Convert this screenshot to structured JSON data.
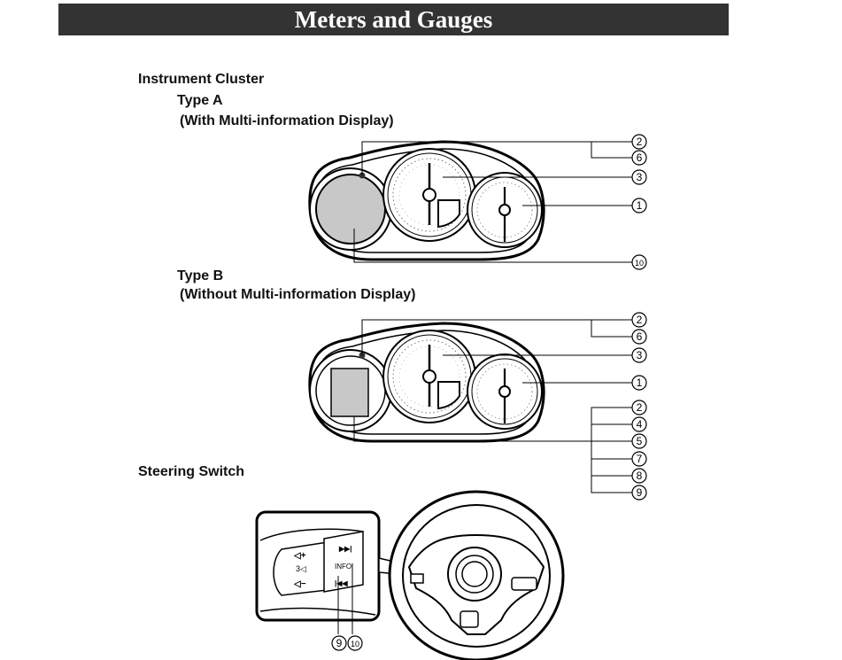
{
  "page": {
    "title": "Meters and Gauges"
  },
  "labels": {
    "instrument_cluster": "Instrument Cluster",
    "type_a": "Type A",
    "type_a_desc": "(With Multi-information Display)",
    "type_b": "Type B",
    "type_b_desc": "(Without Multi-information Display)",
    "steering_switch": "Steering Switch"
  },
  "callouts": {
    "type_a": [
      "2",
      "6",
      "3",
      "1",
      "10"
    ],
    "type_b": [
      "2",
      "6",
      "3",
      "1"
    ],
    "type_b_group": [
      "2",
      "4",
      "5",
      "7",
      "8",
      "9"
    ],
    "steering": [
      "9",
      "10"
    ]
  },
  "switch_labels": {
    "info": "INFO"
  },
  "colors": {
    "title_bg": "#333333",
    "display_fill": "#c8c8c8"
  }
}
